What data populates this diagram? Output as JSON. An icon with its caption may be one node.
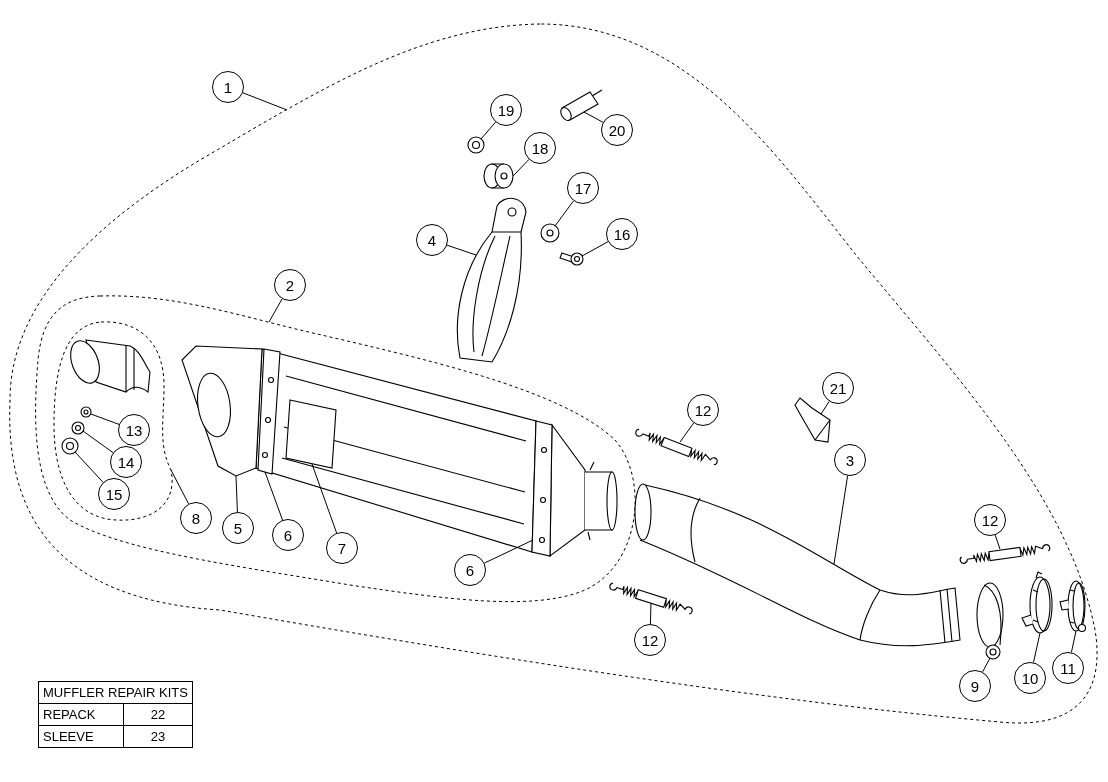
{
  "diagram": {
    "nodes": [
      {
        "text": [],
        "shape": "outline"
      },
      {
        "text": [],
        "shape": "outline",
        "in": 0
      },
      {
        "text": [],
        "shape": "outline",
        "in": 1
      },
      {
        "text": [
          "1"
        ]
      },
      {
        "text": [
          "19"
        ],
        "in": 0
      },
      {
        "text": [],
        "shape": "picture",
        "in": 0
      },
      {
        "text": [
          "20"
        ],
        "in": 0
      },
      {
        "text": [],
        "shape": "picture",
        "in": 0
      },
      {
        "text": [
          "18"
        ],
        "in": 0
      },
      {
        "text": [],
        "shape": "picture",
        "in": 0
      },
      {
        "text": [
          "17"
        ],
        "in": 0
      },
      {
        "text": [],
        "shape": "picture",
        "in": 0
      },
      {
        "text": [
          "4"
        ],
        "in": 0
      },
      {
        "text": [],
        "shape": "picture",
        "in": 0
      },
      {
        "text": [
          "16"
        ],
        "in": 0
      },
      {
        "text": [],
        "shape": "picture",
        "in": 0
      },
      {
        "text": [
          "2"
        ],
        "in": 0
      },
      {
        "text": [
          "21"
        ],
        "in": 0
      },
      {
        "text": [],
        "shape": "picture",
        "in": 0
      },
      {
        "text": [
          "12"
        ],
        "in": 0
      },
      {
        "text": [],
        "shape": "picture",
        "in": 0
      },
      {
        "text": [
          "3"
        ],
        "in": 0
      },
      {
        "text": [],
        "shape": "picture",
        "in": 0
      },
      {
        "text": [
          "12"
        ],
        "in": 0
      },
      {
        "text": [],
        "shape": "picture",
        "in": 0
      },
      {
        "text": [
          "13"
        ],
        "in": 2
      },
      {
        "text": [],
        "shape": "picture",
        "in": 2
      },
      {
        "text": [
          "14"
        ],
        "in": 2
      },
      {
        "text": [],
        "shape": "picture",
        "in": 2
      },
      {
        "text": [
          "15"
        ],
        "in": 2
      },
      {
        "text": [],
        "shape": "picture",
        "in": 2
      },
      {
        "text": [
          "8"
        ],
        "in": 1
      },
      {
        "text": [
          "5"
        ],
        "in": 1
      },
      {
        "text": [],
        "shape": "picture",
        "in": 1
      },
      {
        "text": [
          "6"
        ],
        "in": 1
      },
      {
        "text": [],
        "shape": "picture",
        "in": 1
      },
      {
        "text": [
          "7"
        ],
        "in": 1
      },
      {
        "text": [],
        "shape": "picture",
        "in": 1
      },
      {
        "text": [
          "6"
        ],
        "in": 1
      },
      {
        "text": [],
        "shape": "picture",
        "in": 1
      },
      {
        "text": [
          "12"
        ],
        "in": 0
      },
      {
        "text": [],
        "shape": "picture",
        "in": 0
      },
      {
        "text": [
          "9"
        ],
        "in": 0
      },
      {
        "text": [],
        "shape": "picture",
        "in": 0
      },
      {
        "text": [
          "10"
        ],
        "in": 0
      },
      {
        "text": [],
        "shape": "picture",
        "in": 0
      },
      {
        "text": [
          "11"
        ],
        "in": 0
      },
      {
        "text": [],
        "shape": "picture",
        "in": 0
      }
    ],
    "edges": [
      {
        "from": 3,
        "to": 0,
        "arrow": "none"
      },
      {
        "from": 4,
        "to": 5,
        "arrow": "none"
      },
      {
        "from": 6,
        "to": 7,
        "arrow": "none"
      },
      {
        "from": 8,
        "to": 9,
        "arrow": "none"
      },
      {
        "from": 10,
        "to": 11,
        "arrow": "none"
      },
      {
        "from": 12,
        "to": 13,
        "arrow": "none"
      },
      {
        "from": 14,
        "to": 15,
        "arrow": "none"
      },
      {
        "from": 16,
        "to": 1,
        "arrow": "none"
      },
      {
        "from": 17,
        "to": 18,
        "arrow": "none"
      },
      {
        "from": 19,
        "to": 20,
        "arrow": "none"
      },
      {
        "from": 21,
        "to": 22,
        "arrow": "none"
      },
      {
        "from": 23,
        "to": 24,
        "arrow": "none"
      },
      {
        "from": 25,
        "to": 26,
        "arrow": "none"
      },
      {
        "from": 27,
        "to": 28,
        "arrow": "none"
      },
      {
        "from": 29,
        "to": 30,
        "arrow": "none"
      },
      {
        "from": 31,
        "to": 2,
        "arrow": "none"
      },
      {
        "from": 32,
        "to": 33,
        "arrow": "none"
      },
      {
        "from": 34,
        "to": 35,
        "arrow": "none"
      },
      {
        "from": 36,
        "to": 37,
        "arrow": "none"
      },
      {
        "from": 38,
        "to": 39,
        "arrow": "none"
      },
      {
        "from": 40,
        "to": 41,
        "arrow": "none"
      },
      {
        "from": 42,
        "to": 43,
        "arrow": "none"
      },
      {
        "from": 44,
        "to": 45,
        "arrow": "none"
      },
      {
        "from": 46,
        "to": 47,
        "arrow": "none"
      }
    ],
    "labels": [
      "MUFFLER REPAIR KITS",
      "REPACK",
      "22",
      "SLEEVE",
      "23"
    ]
  }
}
